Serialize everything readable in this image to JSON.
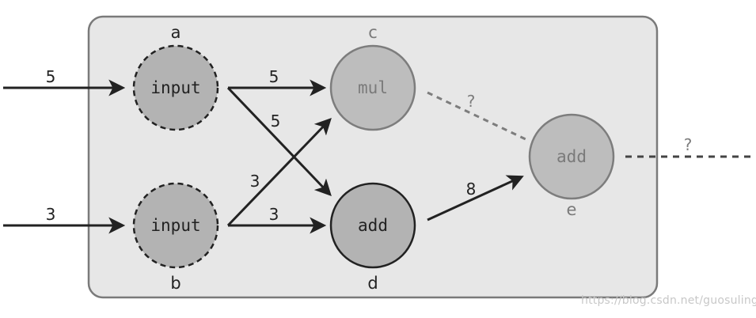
{
  "graph": {
    "nodes": {
      "a": {
        "letter": "a",
        "label": "input"
      },
      "b": {
        "letter": "b",
        "label": "input"
      },
      "c": {
        "letter": "c",
        "label": "mul"
      },
      "d": {
        "letter": "d",
        "label": "add"
      },
      "e": {
        "letter": "e",
        "label": "add"
      }
    },
    "edges": {
      "in_a": "5",
      "in_b": "3",
      "a_to_c": "5",
      "a_to_d": "5",
      "b_to_c": "3",
      "b_to_d": "3",
      "d_to_e": "8",
      "c_to_e": "?",
      "e_out": "?"
    }
  },
  "colors": {
    "panel_fill": "#e7e7e7",
    "panel_stroke": "#7a7a7a",
    "node_fill": "#b3b3b3",
    "node_faded_fill": "#bdbdbd",
    "stroke": "#222222",
    "faded_stroke": "#7d7d7d"
  },
  "watermark": "https://blog.csdn.net/guosuling"
}
